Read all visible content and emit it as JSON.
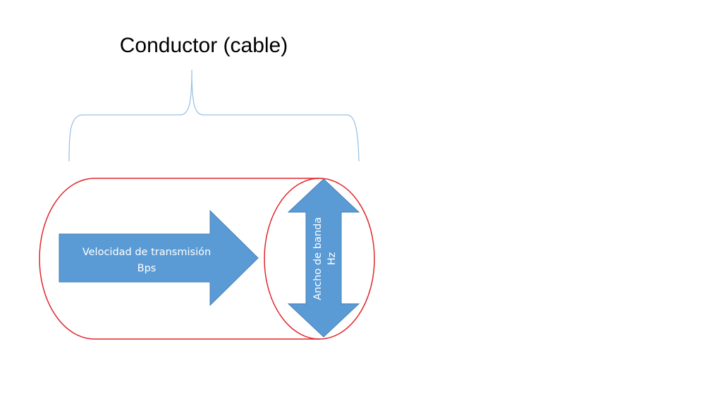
{
  "diagram": {
    "title": "Conductor (cable)",
    "speed_arrow": {
      "line1": "Velocidad de transmisión",
      "line2": "Bps"
    },
    "bandwidth_arrow": {
      "line1": "Ancho de banda",
      "line2": "Hz"
    }
  },
  "colors": {
    "arrow_fill": "#5b9bd5",
    "arrow_stroke": "#4a7fb5",
    "cylinder_stroke": "#e0262b",
    "brace_stroke": "#9dc3e6",
    "arrow_text": "#ffffff",
    "title_text": "#000000"
  }
}
